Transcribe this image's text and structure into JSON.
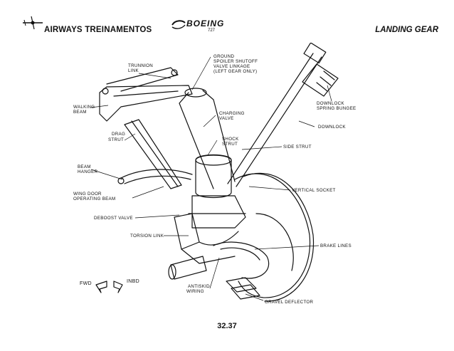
{
  "header": {
    "brand": "AIRWAYS TREINAMENTOS",
    "logo_word": "BOEING",
    "logo_model": "727",
    "section": "LANDING GEAR"
  },
  "diagram": {
    "labels": {
      "trunnion_link": [
        "TRUNNION",
        "LINK"
      ],
      "ground_spoiler": [
        "GROUND",
        "SPOILER SHUTOFF",
        "VALVE LINKAGE",
        "(LEFT GEAR ONLY)"
      ],
      "walking_beam": [
        "WALKING",
        "BEAM"
      ],
      "drag_strut": [
        "DRAG",
        "STRUT"
      ],
      "charging_valve": [
        "CHARGING",
        "VALVE"
      ],
      "shock_strut": [
        "SHOCK",
        "STRUT"
      ],
      "downlock_spring_bungee": [
        "DOWNLOCK",
        "SPRING BUNGEE"
      ],
      "downlock": "DOWNLOCK",
      "side_strut": "SIDE STRUT",
      "beam_hanger": [
        "BEAM",
        "HANGER"
      ],
      "wing_door": [
        "WING DOOR",
        "OPERATING BEAM"
      ],
      "vertical_socket": "VERTICAL SOCKET",
      "deboost_valve": "DEBOOST VALVE",
      "torsion_link": "TORSION LINK",
      "brake_lines": "BRAKE LINES",
      "fwd": "FWD",
      "inbd": "INBD",
      "antiskid_wiring": [
        "ANTISKID",
        "WIRING"
      ],
      "gravel_deflector": "GRAVEL DEFLECTOR"
    }
  },
  "footer": {
    "page_number": "32.37"
  }
}
